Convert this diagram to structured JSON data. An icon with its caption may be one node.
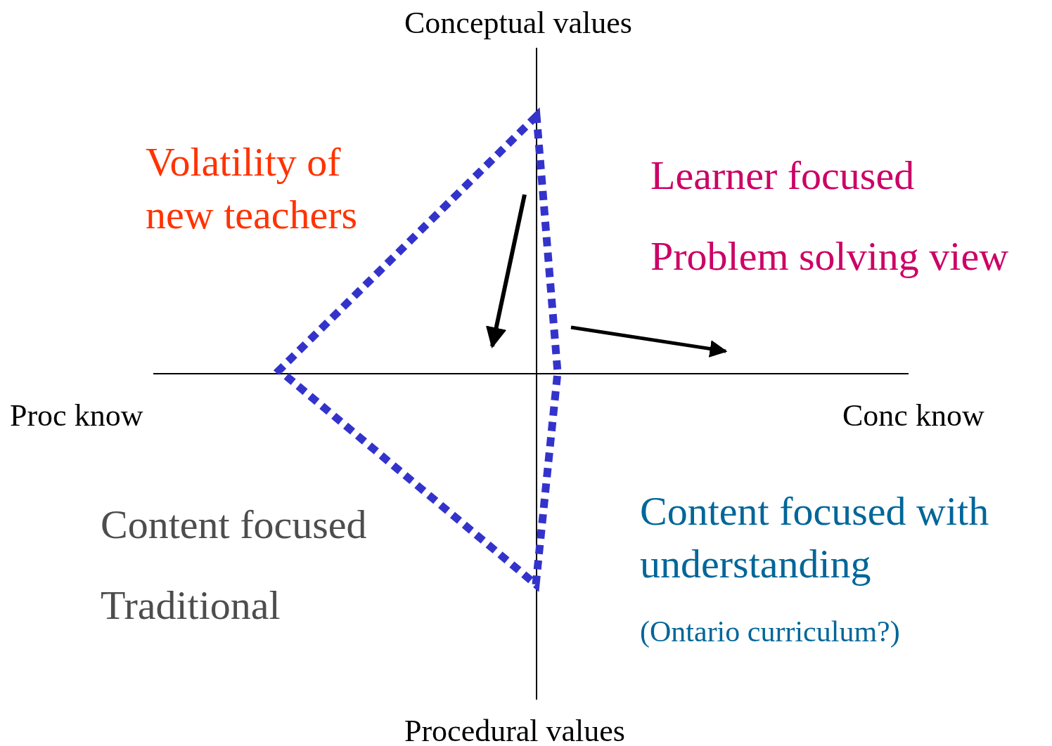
{
  "diagram": {
    "labels": [
      "Conceptual values",
      "Volatility of new teachers",
      "Learner focused",
      "Problem solving view",
      "Proc know",
      "Conc know",
      "Content focused",
      "Content focused with understanding",
      "Traditional",
      "(Ontario curriculum?)",
      "Procedural values"
    ]
  }
}
